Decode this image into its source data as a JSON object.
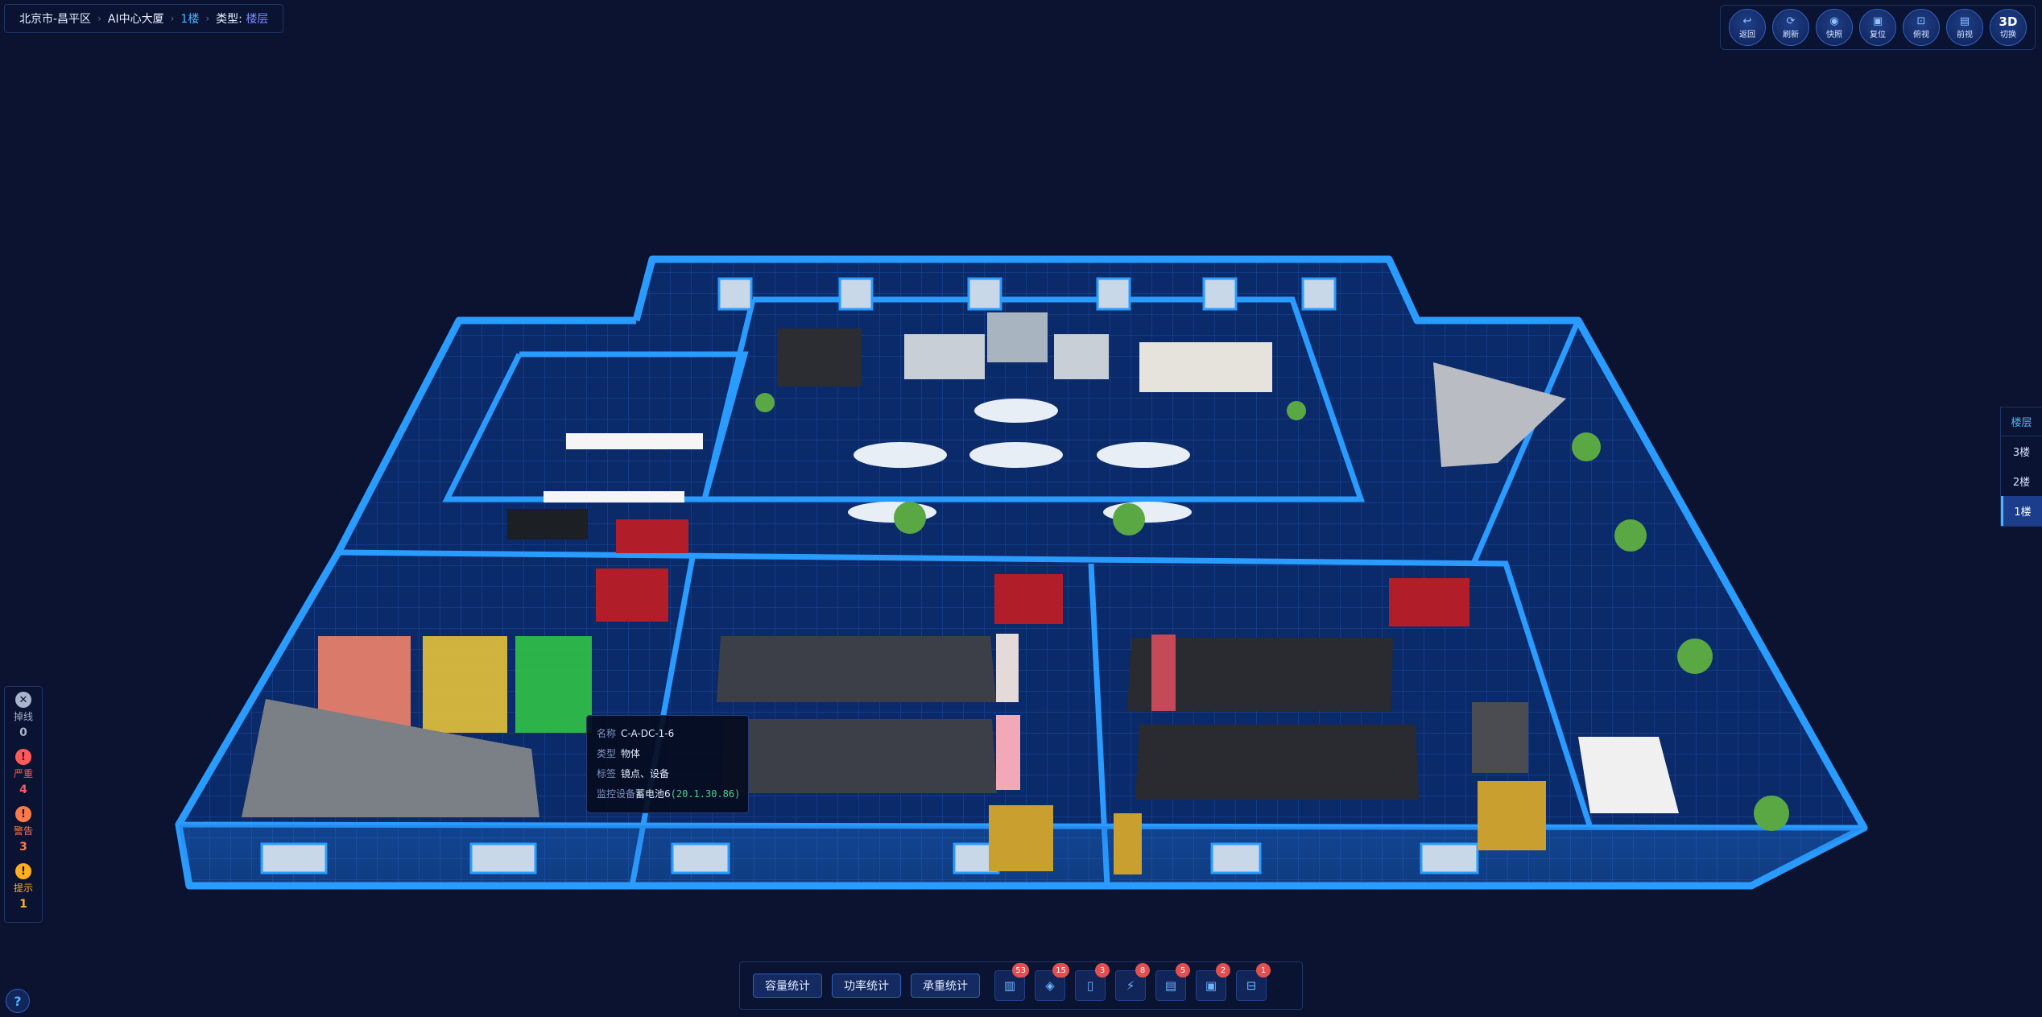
{
  "breadcrumb": {
    "city": "北京市-昌平区",
    "building": "AI中心大厦",
    "floor": "1楼",
    "type_label": "类型:",
    "type_value": "楼层"
  },
  "toolbar": {
    "items": [
      {
        "label": "返回",
        "icon": "back-icon"
      },
      {
        "label": "刷新",
        "icon": "refresh-icon"
      },
      {
        "label": "快照",
        "icon": "camera-icon"
      },
      {
        "label": "复位",
        "icon": "reset-icon"
      },
      {
        "label": "俯视",
        "icon": "top-view-icon"
      },
      {
        "label": "前视",
        "icon": "front-view-icon"
      },
      {
        "label": "切换",
        "icon": "3d-icon",
        "glyph": "3D"
      }
    ]
  },
  "floors": {
    "title": "楼层",
    "items": [
      "3楼",
      "2楼",
      "1楼"
    ],
    "active": "1楼"
  },
  "alarms": [
    {
      "label": "掉线",
      "count": "0",
      "color": "#a8b4cc",
      "glyph": "✕"
    },
    {
      "label": "严重",
      "count": "4",
      "color": "#ff5a5a",
      "glyph": "!"
    },
    {
      "label": "警告",
      "count": "3",
      "color": "#ff7a4a",
      "glyph": "!"
    },
    {
      "label": "提示",
      "count": "1",
      "color": "#ffb020",
      "glyph": "!"
    }
  ],
  "help": {
    "glyph": "?"
  },
  "tooltip": {
    "rows": [
      {
        "k": "名称",
        "v": "C-A-DC-1-6"
      },
      {
        "k": "类型",
        "v": "物体"
      },
      {
        "k": "标签",
        "v": "镜点、设备"
      }
    ],
    "monitor_key": "监控设备",
    "monitor_value": "蓄电池6",
    "monitor_ip": "(20.1.30.86)"
  },
  "bottom": {
    "stats": [
      "容量统计",
      "功率统计",
      "承重统计"
    ],
    "categories": [
      {
        "icon": "server-icon",
        "count": "53"
      },
      {
        "icon": "chat-icon",
        "count": "15"
      },
      {
        "icon": "phone-icon",
        "count": "3"
      },
      {
        "icon": "battery-icon",
        "count": "8"
      },
      {
        "icon": "book-icon",
        "count": "5"
      },
      {
        "icon": "tablet-icon",
        "count": "2"
      },
      {
        "icon": "ups-icon",
        "count": "1"
      }
    ]
  },
  "colors": {
    "wall": "#2a9cff",
    "floor": "#0b2a6a",
    "background": "#0c1330",
    "accent": "#4fb4ff"
  }
}
